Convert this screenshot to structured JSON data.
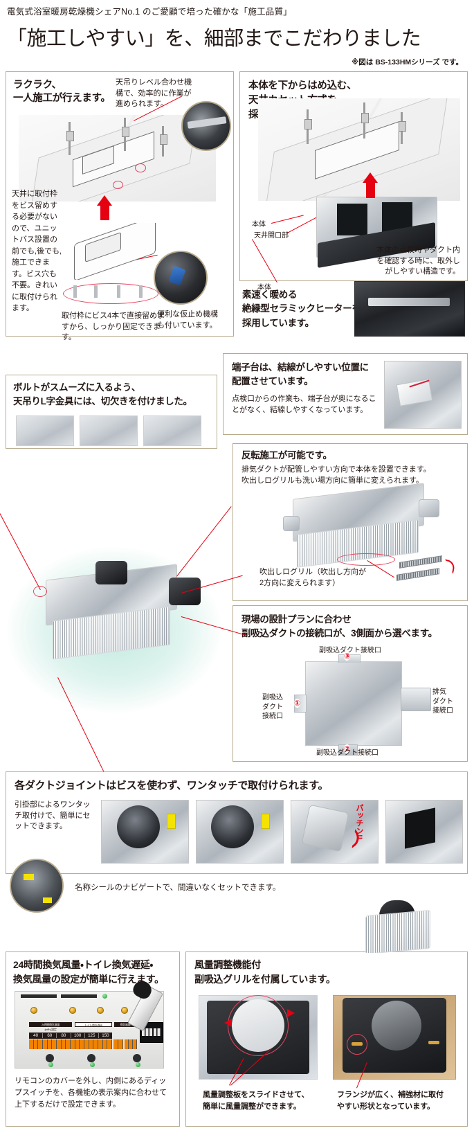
{
  "header": {
    "eyebrow": "電気式浴室暖房乾燥機シェアNo.1 のご愛顧で培った確かな「施工品質」",
    "headline": "「施工しやすい」を、細部までこだわりました",
    "note": "※図は BS-133HMシリーズ です。"
  },
  "panel_easy_install": {
    "title_line1": "ラクラク、",
    "title_line2": "一人施工が行えます。",
    "level_note": "天吊りレベル合わせ機構で、効率的に作業が進められます。",
    "left_note": "天井に取付枠をビス留めする必要がないので、ユニットバス設置の前でも,後でも,施工できます。ビス穴も不要。きれいに取付けられます。",
    "temp_fix_note": "便利な仮止め機構も付いています。",
    "bottom_note": "取付枠にビス4本で直接留めますから、しっかり固定できます。"
  },
  "panel_cassette": {
    "title_line1": "本体を下からはめ込む、",
    "title_line2": "天井カセット方式を",
    "title_line3": "採用!!",
    "label_opening": "天井開口部",
    "label_body": "本体",
    "note": "本体の点検時やダクト内を確認する時に、取外しがしやすい構造です。"
  },
  "panel_ceramic": {
    "title_line1": "素速く暖める",
    "title_line2": "絶縁型セラミックヒーターを",
    "title_line3": "採用しています。"
  },
  "panel_bolt": {
    "title_line1": "ボルトがスムーズに入るよう、",
    "title_line2": "天吊りL字金具には、切欠きを付けました。"
  },
  "panel_terminal": {
    "title_line1": "端子台は、結線がしやすい位置に",
    "title_line2": "配置させています。",
    "note": "点検口からの作業も、端子台が奥になることがなく、結線しやすくなっています。"
  },
  "panel_reverse": {
    "title": "反転施工が可能です。",
    "note_line1": "排気ダクトが配管しやすい方向で本体を設置できます。",
    "note_line2": "吹出しログリルも洗い場方向に簡単に変えられます。",
    "caption_line1": "吹出しログリル（吹出し方向が",
    "caption_line2": "2方向に変えられます）"
  },
  "panel_duct_ports": {
    "title_line1": "現場の設計プランに合わせ",
    "title_line2": "副吸込ダクトの接続口が、3側面から選べます。",
    "label_top": "副吸込ダクト接続口",
    "label_left": "副吸込\nダクト\n接続口",
    "label_left_1": "副吸込",
    "label_left_2": "ダクト",
    "label_left_3": "接続口",
    "label_right_1": "排気",
    "label_right_2": "ダクト",
    "label_right_3": "接続口",
    "label_bottom": "副吸込ダクト接続口",
    "marker_1": "①",
    "marker_2": "②",
    "marker_3": "③"
  },
  "panel_joint": {
    "title": "各ダクトジョイントはビスを使わず、ワンタッチで取付けられます。",
    "left_note": "引掛部によるワンタッチ取付けで、簡単にセットできます。",
    "snap_text": "パッチン!!",
    "bottom_note": "名称シールのナビゲートで、間違いなくセットできます。"
  },
  "panel_remote": {
    "title_line1": "24時間換気風量・トイレ換気遅延・",
    "title_line2": "換気風量の設定が簡単に行えます。",
    "dip_header_1": "24時間換気風量",
    "dip_header_1b": "(m³/h) 設定",
    "dip_header_2": "トイレ換気遅延",
    "dip_header_3": "換気風量",
    "dip_values": [
      "40",
      "60",
      "80",
      "100",
      "125",
      "150"
    ],
    "dip_on_label": "ON",
    "note": "リモコンのカバーを外し、内側にあるディップスイッチを、各機能の表示案内に合わせて上下するだけで設定できます。"
  },
  "panel_grille": {
    "title_line1": "風量調整機能付",
    "title_line2": "副吸込グリルを付属しています。",
    "caption_left_line1": "風量調整板をスライドさせて、",
    "caption_left_line2": "簡単に風量調整ができます。",
    "caption_right_line1": "フランジが広く、補強材に取付",
    "caption_right_line2": "やすい形状となっています。"
  },
  "colors": {
    "panel_border": "#b7ab8d",
    "accent_red": "#e50012",
    "text": "#231815",
    "highlight_pink": "#e8455f",
    "glow_green": "#bee8de"
  }
}
